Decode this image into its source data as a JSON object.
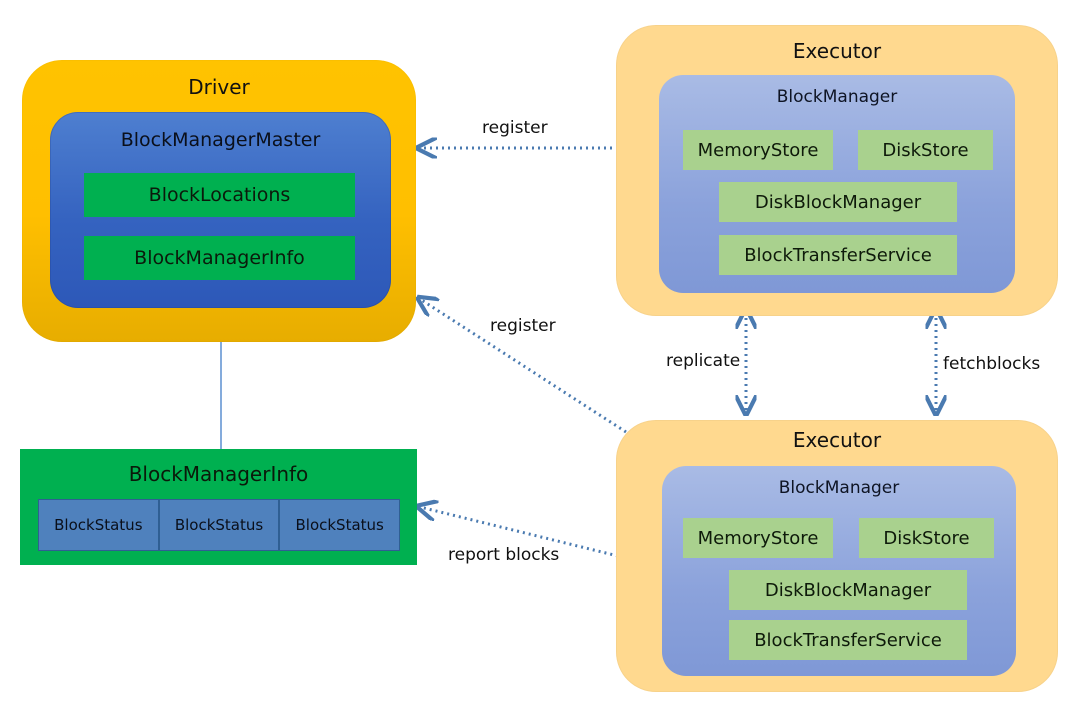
{
  "driver": {
    "title": "Driver",
    "master": {
      "title": "BlockManagerMaster",
      "items": [
        "BlockLocations",
        "BlockManagerInfo"
      ]
    }
  },
  "executor_top": {
    "title": "Executor",
    "block_manager": {
      "title": "BlockManager",
      "memory_store": "MemoryStore",
      "disk_store": "DiskStore",
      "disk_block_manager": "DiskBlockManager",
      "transfer_service": "BlockTransferService"
    }
  },
  "executor_bottom": {
    "title": "Executor",
    "block_manager": {
      "title": "BlockManager",
      "memory_store": "MemoryStore",
      "disk_store": "DiskStore",
      "disk_block_manager": "DiskBlockManager",
      "transfer_service": "BlockTransferService"
    }
  },
  "block_manager_info": {
    "title": "BlockManagerInfo",
    "statuses": [
      "BlockStatus",
      "BlockStatus",
      "BlockStatus"
    ]
  },
  "edges": {
    "register_top": "register",
    "register_bottom": "register",
    "replicate": "replicate",
    "fetchblocks": "fetchblocks",
    "report_blocks": "report blocks"
  },
  "colors": {
    "driver": "#ffc000",
    "executor": "#ffd98f",
    "block_manager": "#8fa6dc",
    "master": "#3a68c4",
    "green": "#00b050",
    "light_green": "#a9d18e",
    "block_status": "#4f81bd",
    "arrow": "#4a7ab0"
  }
}
